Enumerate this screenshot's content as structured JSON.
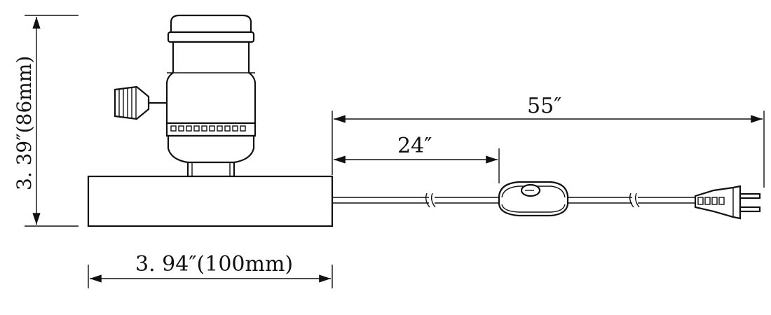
{
  "diagram": {
    "dimensions": {
      "height_label": "3. 39″(86mm)",
      "width_label": "3. 94″(100mm)",
      "cord_total_label": "55″",
      "cord_to_switch_label": "24″"
    },
    "parts": [
      "lamp-socket",
      "base-block",
      "power-cord",
      "inline-switch",
      "plug"
    ]
  }
}
